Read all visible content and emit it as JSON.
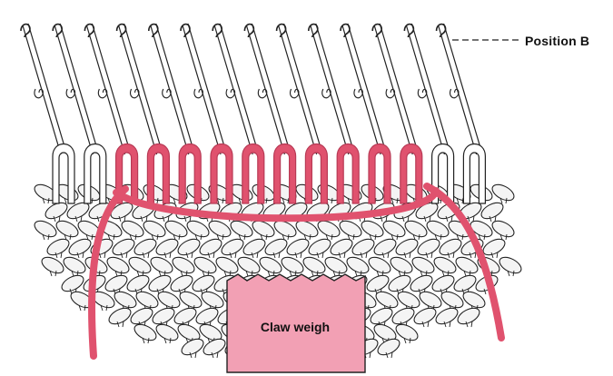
{
  "labels": {
    "position": "Position B",
    "weight": "Claw weigh"
  },
  "colors": {
    "yarn_contrast": "#e0526e",
    "yarn_contrast_dark": "#b83a55",
    "weight_fill": "#f2a0b4",
    "line": "#222222",
    "knit": "#f4f4f4"
  },
  "needles": {
    "count": 14
  }
}
